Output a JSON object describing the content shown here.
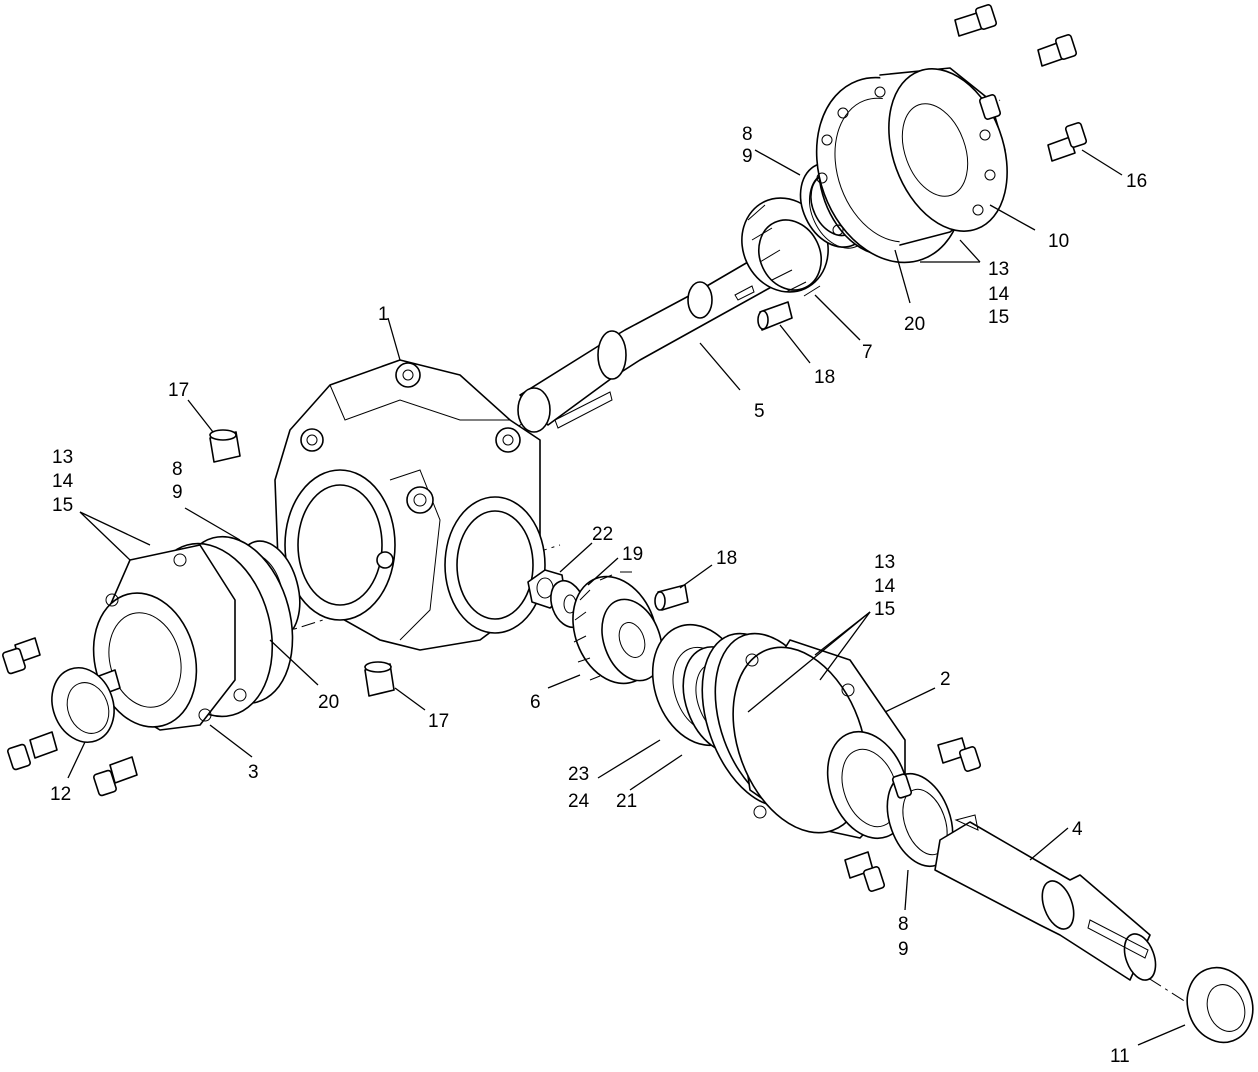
{
  "callouts": {
    "c1": "1",
    "c2": "2",
    "c3": "3",
    "c4": "4",
    "c5": "5",
    "c6": "6",
    "c7": "7",
    "c8_top": "8",
    "c9_top": "9",
    "c10": "10",
    "c13_top": "13",
    "c14_top": "14",
    "c15_top": "15",
    "c16": "16",
    "c18_top": "18",
    "c20_top": "20",
    "c17_top": "17",
    "c13_left": "13",
    "c14_left": "14",
    "c15_left": "15",
    "c8_left": "8",
    "c9_left": "9",
    "c20_left": "20",
    "c17_bottom": "17",
    "c12": "12",
    "c22": "22",
    "c19": "19",
    "c18_mid": "18",
    "c13_right": "13",
    "c14_right": "14",
    "c15_right": "15",
    "c23": "23",
    "c24": "24",
    "c21": "21",
    "c8_bottom": "8",
    "c9_bottom": "9",
    "c11": "11"
  }
}
